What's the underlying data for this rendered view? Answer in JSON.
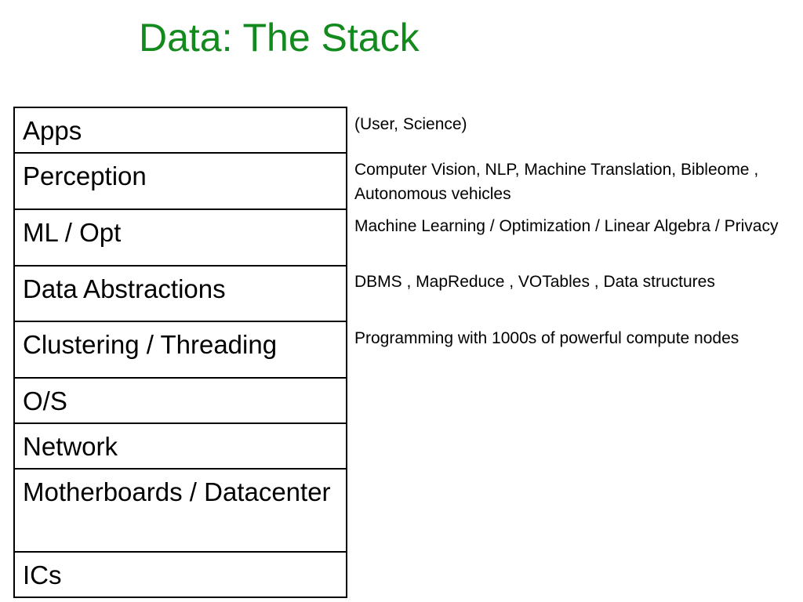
{
  "title": "Data: The Stack",
  "colors": {
    "title": "#128a1d",
    "border": "#000000",
    "text": "#000000",
    "background": "#ffffff"
  },
  "layers": [
    "Apps",
    "Perception",
    "ML / Opt",
    "Data Abstractions",
    "Clustering / Threading",
    "O/S",
    "Network",
    "Motherboards / Datacenter",
    "ICs"
  ],
  "descriptions": [
    "(User, Science)",
    "Computer Vision, NLP, Machine Translation, Bibleome , Autonomous vehicles",
    "Machine Learning / Optimization / Linear Algebra / Privacy",
    "DBMS , MapReduce , VOTables , Data structures",
    "Programming with 1000s of powerful compute nodes"
  ]
}
